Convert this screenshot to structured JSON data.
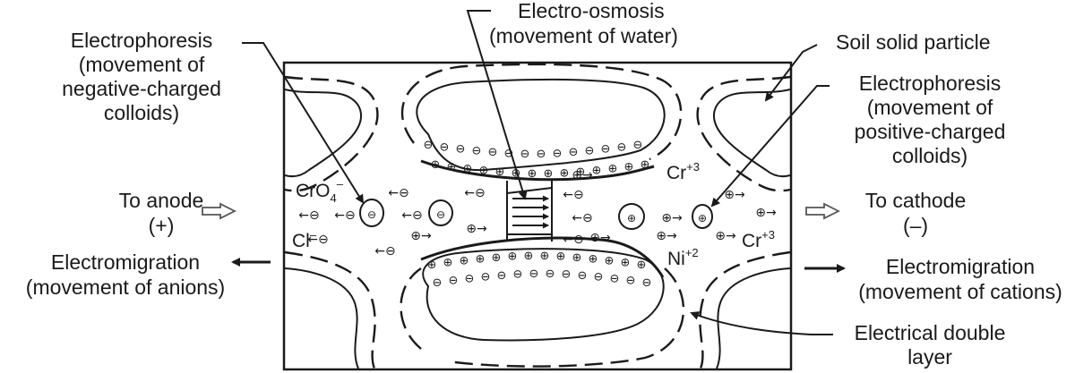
{
  "labels": {
    "electro_osmosis": "Electro-osmosis",
    "electro_osmosis_sub": "(movement of water)",
    "electrophoresis_left_1": "Electrophoresis",
    "electrophoresis_left_2": "(movement of",
    "electrophoresis_left_3": "negative-charged",
    "electrophoresis_left_4": "colloids)",
    "soil_particle": "Soil solid particle",
    "electrophoresis_right_1": "Electrophoresis",
    "electrophoresis_right_2": "(movement of",
    "electrophoresis_right_3": "positive-charged",
    "electrophoresis_right_4": "colloids)",
    "to_anode": "To anode",
    "anode_sign": "(+)",
    "to_cathode": "To cathode",
    "cathode_sign": "(–)",
    "electromigration_left_1": "Electromigration",
    "electromigration_left_2": "(movement of anions)",
    "electromigration_right_1": "Electromigration",
    "electromigration_right_2": "(movement of cations)",
    "double_layer_1": "Electrical double",
    "double_layer_2": "layer"
  },
  "ions": {
    "cro4_base": "CrO",
    "cro4_sub": "4",
    "cro4_sup": "–",
    "cl_base": "Cl",
    "cl_sup": "–",
    "cr_top_base": "Cr",
    "cr_top_sup": "+3",
    "cr_right_base": "Cr",
    "cr_right_sup": "+3",
    "ni_base": "Ni",
    "ni_sup": "+2"
  },
  "symbols": {
    "negative": "⊖",
    "positive": "⊕",
    "small_arrow_left": "←",
    "small_arrow_right": "→"
  }
}
